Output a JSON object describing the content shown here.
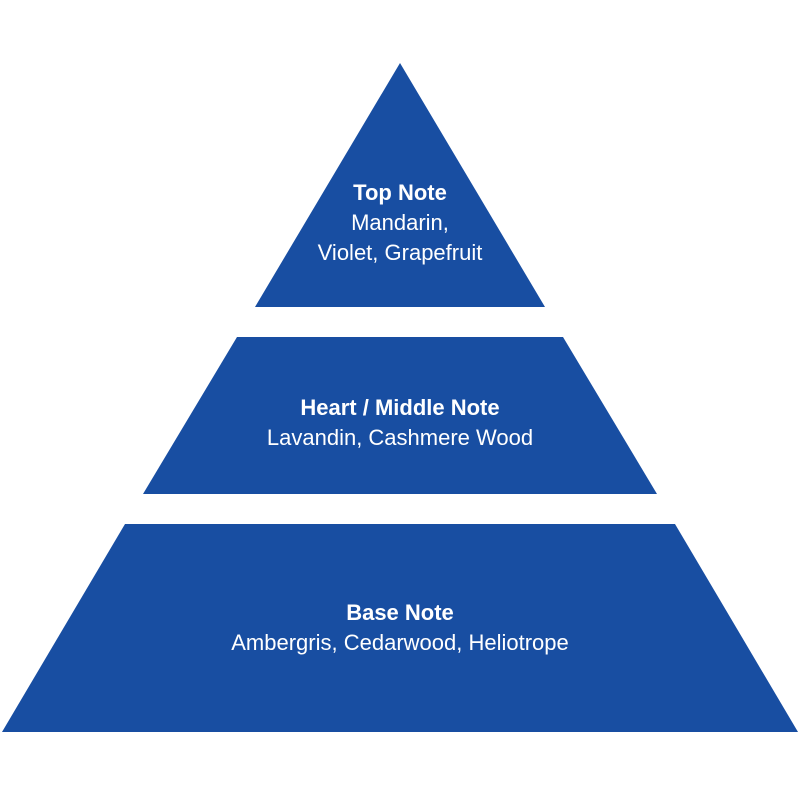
{
  "colors": {
    "tier": "#184ea2",
    "background": "#ffffff",
    "text": "#ffffff"
  },
  "pyramid": {
    "top": {
      "title": "Top Note",
      "line1": "Mandarin,",
      "line2": "Violet, Grapefruit"
    },
    "middle": {
      "title": "Heart / Middle Note",
      "line1": "Lavandin, Cashmere Wood"
    },
    "base": {
      "title": "Base Note",
      "line1": "Ambergris, Cedarwood, Heliotrope"
    }
  }
}
